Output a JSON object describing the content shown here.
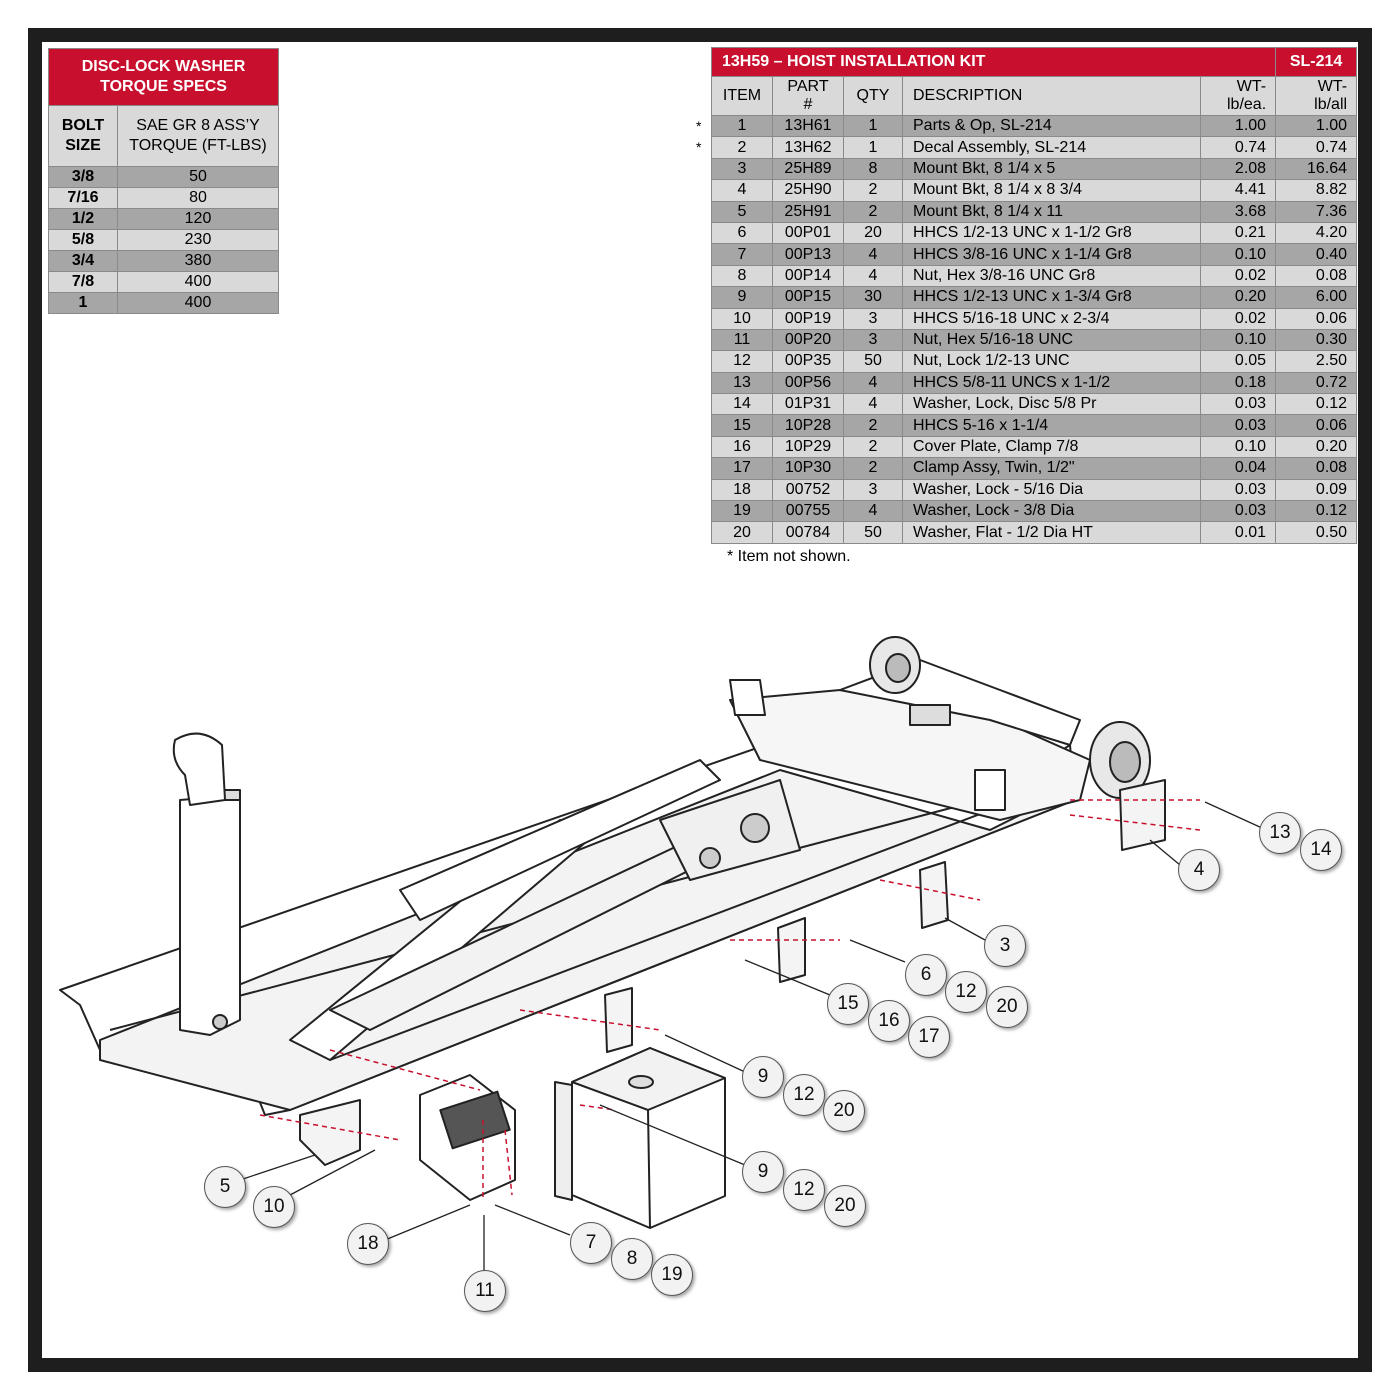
{
  "torque_table": {
    "title": "DISC-LOCK WASHER TORQUE SPECS",
    "col1_header": "BOLT SIZE",
    "col2_header": "SAE GR 8 ASS’Y TORQUE (FT-LBS)",
    "rows": [
      {
        "size": "3/8",
        "torque": "50"
      },
      {
        "size": "7/16",
        "torque": "80"
      },
      {
        "size": "1/2",
        "torque": "120"
      },
      {
        "size": "5/8",
        "torque": "230"
      },
      {
        "size": "3/4",
        "torque": "380"
      },
      {
        "size": "7/8",
        "torque": "400"
      },
      {
        "size": "1",
        "torque": "400"
      }
    ]
  },
  "kit_table": {
    "title": "13H59 – HOIST INSTALLATION KIT",
    "model": "SL-214",
    "headers": {
      "item": "ITEM",
      "part": "PART #",
      "qty": "QTY",
      "description": "DESCRIPTION",
      "wt_ea": "WT-lb/ea.",
      "wt_all": "WT-lb/all"
    },
    "rows": [
      {
        "item": "1",
        "part": "13H61",
        "qty": "1",
        "desc": "Parts & Op, SL-214",
        "wt_ea": "1.00",
        "wt_all": "1.00",
        "star": "*"
      },
      {
        "item": "2",
        "part": "13H62",
        "qty": "1",
        "desc": "Decal Assembly, SL-214",
        "wt_ea": "0.74",
        "wt_all": "0.74",
        "star": "*"
      },
      {
        "item": "3",
        "part": "25H89",
        "qty": "8",
        "desc": "Mount Bkt, 8 1/4 x 5",
        "wt_ea": "2.08",
        "wt_all": "16.64"
      },
      {
        "item": "4",
        "part": "25H90",
        "qty": "2",
        "desc": "Mount Bkt, 8 1/4 x 8 3/4",
        "wt_ea": "4.41",
        "wt_all": "8.82"
      },
      {
        "item": "5",
        "part": "25H91",
        "qty": "2",
        "desc": "Mount Bkt, 8 1/4 x 11",
        "wt_ea": "3.68",
        "wt_all": "7.36"
      },
      {
        "item": "6",
        "part": "00P01",
        "qty": "20",
        "desc": "HHCS 1/2-13 UNC x 1-1/2 Gr8",
        "wt_ea": "0.21",
        "wt_all": "4.20"
      },
      {
        "item": "7",
        "part": "00P13",
        "qty": "4",
        "desc": "HHCS 3/8-16 UNC x 1-1/4 Gr8",
        "wt_ea": "0.10",
        "wt_all": "0.40"
      },
      {
        "item": "8",
        "part": "00P14",
        "qty": "4",
        "desc": "Nut, Hex 3/8-16 UNC Gr8",
        "wt_ea": "0.02",
        "wt_all": "0.08"
      },
      {
        "item": "9",
        "part": "00P15",
        "qty": "30",
        "desc": "HHCS 1/2-13 UNC x 1-3/4  Gr8",
        "wt_ea": "0.20",
        "wt_all": "6.00"
      },
      {
        "item": "10",
        "part": "00P19",
        "qty": "3",
        "desc": "HHCS 5/16-18 UNC x 2-3/4",
        "wt_ea": "0.02",
        "wt_all": "0.06"
      },
      {
        "item": "11",
        "part": "00P20",
        "qty": "3",
        "desc": "Nut, Hex 5/16-18 UNC",
        "wt_ea": "0.10",
        "wt_all": "0.30"
      },
      {
        "item": "12",
        "part": "00P35",
        "qty": "50",
        "desc": "Nut, Lock 1/2-13 UNC",
        "wt_ea": "0.05",
        "wt_all": "2.50"
      },
      {
        "item": "13",
        "part": "00P56",
        "qty": "4",
        "desc": "HHCS 5/8-11 UNCS x 1-1/2",
        "wt_ea": "0.18",
        "wt_all": "0.72"
      },
      {
        "item": "14",
        "part": "01P31",
        "qty": "4",
        "desc": "Washer, Lock, Disc 5/8 Pr",
        "wt_ea": "0.03",
        "wt_all": "0.12"
      },
      {
        "item": "15",
        "part": "10P28",
        "qty": "2",
        "desc": "HHCS 5-16 x 1-1/4",
        "wt_ea": "0.03",
        "wt_all": "0.06"
      },
      {
        "item": "16",
        "part": "10P29",
        "qty": "2",
        "desc": "Cover Plate, Clamp 7/8",
        "wt_ea": "0.10",
        "wt_all": "0.20"
      },
      {
        "item": "17",
        "part": "10P30",
        "qty": "2",
        "desc": "Clamp Assy, Twin, 1/2\"",
        "wt_ea": "0.04",
        "wt_all": "0.08"
      },
      {
        "item": "18",
        "part": "00752",
        "qty": "3",
        "desc": "Washer, Lock - 5/16 Dia",
        "wt_ea": "0.03",
        "wt_all": "0.09"
      },
      {
        "item": "19",
        "part": "00755",
        "qty": "4",
        "desc": "Washer, Lock - 3/8 Dia",
        "wt_ea": "0.03",
        "wt_all": "0.12"
      },
      {
        "item": "20",
        "part": "00784",
        "qty": "50",
        "desc": "Washer, Flat - 1/2 Dia HT",
        "wt_ea": "0.01",
        "wt_all": "0.50"
      }
    ],
    "note": "* Item not shown."
  },
  "callouts": [
    "13",
    "14",
    "4",
    "3",
    "6",
    "12",
    "20",
    "15",
    "16",
    "17",
    "9",
    "12",
    "20",
    "9",
    "12",
    "20",
    "5",
    "10",
    "18",
    "11",
    "7",
    "8",
    "19"
  ]
}
